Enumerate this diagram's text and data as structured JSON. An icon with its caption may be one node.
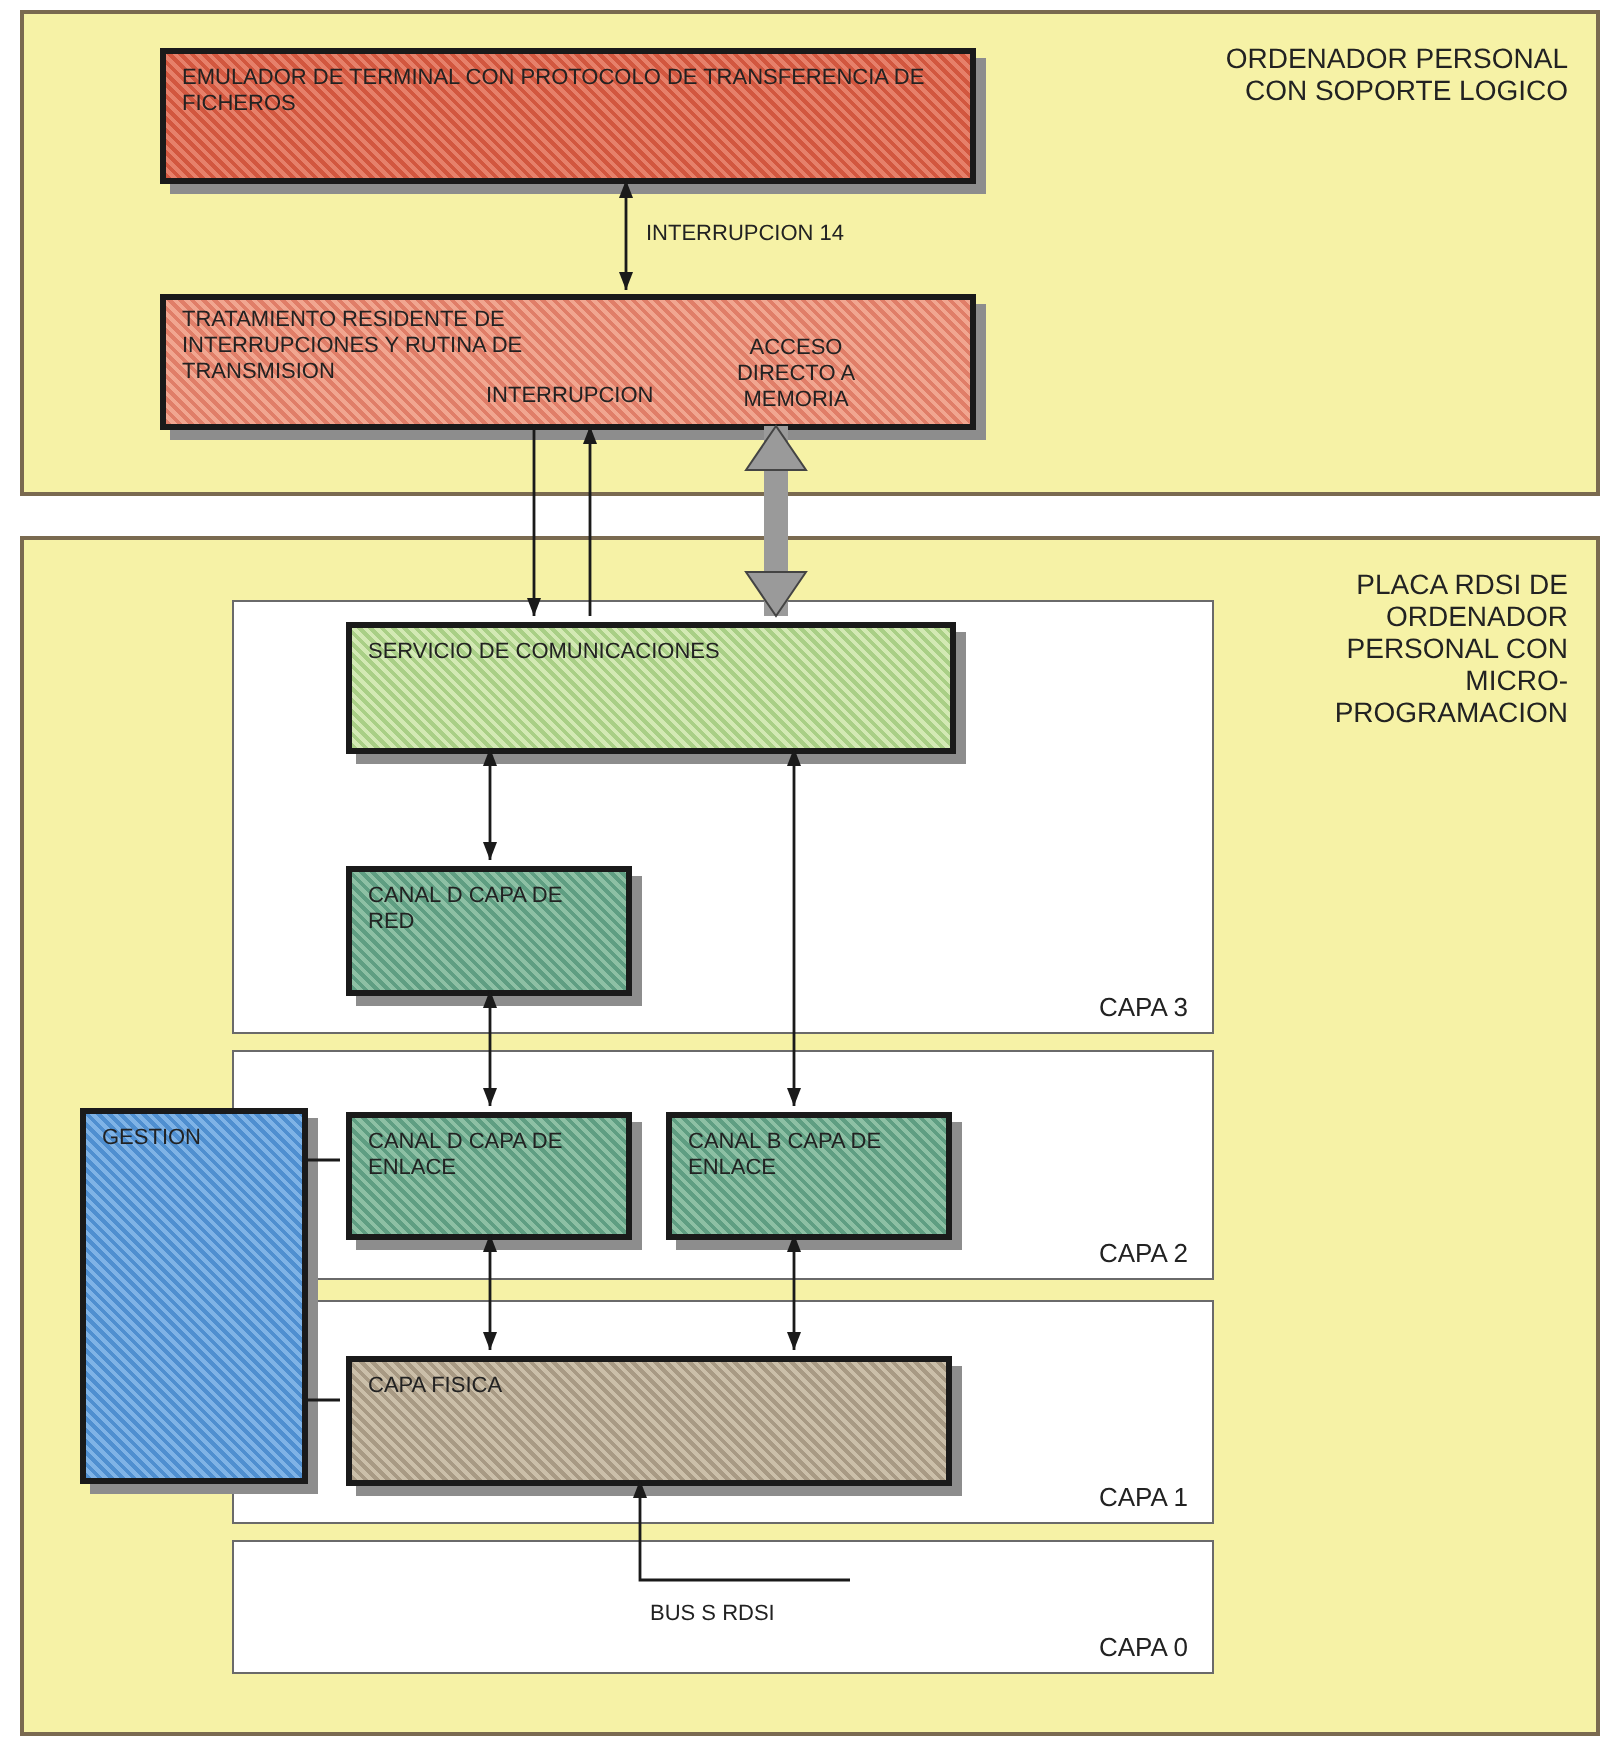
{
  "diagram": {
    "nodes": [
      {
        "text": [
          "ORDENADOR PERSONAL CON SOPORTE LOGICO"
        ]
      },
      {
        "text": [
          "EMULADOR DE TERMINAL CON PROTOCOLO DE TRANSFERENCIA DE FICHEROS"
        ],
        "in": 0
      },
      {
        "text": [
          "TRATAMIENTO RESIDENTE DE INTERRUPCIONES Y RUTINA DE TRANSMISION",
          "INTERRUPCION",
          "ACCESO DIRECTO A MEMORIA"
        ],
        "in": 0
      },
      {
        "text": [
          "PLACA RDSI DE ORDENADOR PERSONAL CON MICRO-PROGRAMACION"
        ]
      },
      {
        "text": [
          "CAPA 3"
        ],
        "in": 3
      },
      {
        "text": [
          "SERVICIO DE COMUNICACIONES"
        ],
        "in": 4
      },
      {
        "text": [
          "CANAL D CAPA DE RED"
        ],
        "in": 4
      },
      {
        "text": [
          "CAPA 2"
        ],
        "in": 3
      },
      {
        "text": [
          "GESTION"
        ],
        "in": 3
      },
      {
        "text": [
          "CANAL D CAPA DE ENLACE"
        ],
        "in": 7
      },
      {
        "text": [
          "CANAL B CAPA DE ENLACE"
        ],
        "in": 7
      },
      {
        "text": [
          "CAPA 1"
        ],
        "in": 3
      },
      {
        "text": [
          "CAPA FISICA"
        ],
        "in": 11
      },
      {
        "text": [
          "CAPA 0"
        ],
        "in": 3
      },
      {
        "text": [
          "BUS S RDSI"
        ],
        "in": 13
      }
    ],
    "edges": [
      {
        "from": 1,
        "to": 2,
        "arrow": "both",
        "label": "INTERRUPCION 14"
      },
      {
        "from": 2,
        "to": 5,
        "arrow": "to"
      },
      {
        "from": 5,
        "to": 2,
        "arrow": "to"
      },
      {
        "from": 2,
        "to": 5,
        "arrow": "both",
        "style": "thick",
        "color": "#9a9a9a"
      },
      {
        "from": 5,
        "to": 6,
        "arrow": "both"
      },
      {
        "from": 5,
        "to": 10,
        "arrow": "both"
      },
      {
        "from": 6,
        "to": 9,
        "arrow": "both"
      },
      {
        "from": 9,
        "to": 12,
        "arrow": "both"
      },
      {
        "from": 10,
        "to": 12,
        "arrow": "both"
      },
      {
        "from": 8,
        "to": 9,
        "arrow": "none"
      },
      {
        "from": 8,
        "to": 12,
        "arrow": "none"
      },
      {
        "from": 14,
        "to": 12,
        "arrow": "to"
      }
    ]
  }
}
